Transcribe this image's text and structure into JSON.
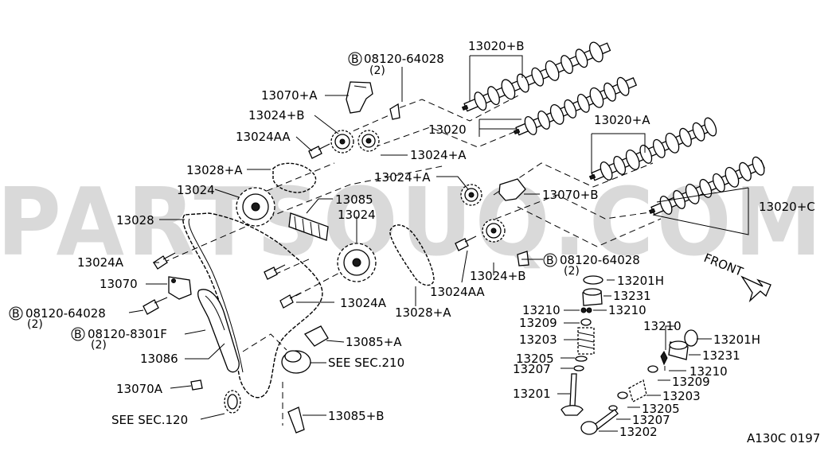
{
  "watermark": "PARTSOUQ.COM",
  "labels": {
    "l_13020B": "13020+B",
    "l_bolt_top": "08120-64028",
    "l_bolt_top_qty": "(2)",
    "l_13070A": "13070+A",
    "l_13024B_top": "13024+B",
    "l_13020": "13020",
    "l_13024AA_top": "13024AA",
    "l_13024A_top": "13024+A",
    "l_13020A": "13020+A",
    "l_13028A_top": "13028+A",
    "l_13024A_mid": "13024+A",
    "l_13070B": "13070+B",
    "l_13024_left": "13024",
    "l_13085": "13085",
    "l_13024_mid": "13024",
    "l_13028": "13028",
    "l_13020C": "13020+C",
    "l_13024A_left": "13024A",
    "l_bolt_right": "08120-64028",
    "l_bolt_right_qty": "(2)",
    "l_front": "FRONT",
    "l_13070": "13070",
    "l_13201H_1": "13201H",
    "l_13024AA_mid": "13024AA",
    "l_13024B_mid": "13024+B",
    "l_13231_1": "13231",
    "l_bolt_left": "08120-64028",
    "l_bolt_left_qty": "(2)",
    "l_13024A_low": "13024A",
    "l_13028A_low": "13028+A",
    "l_13210_a": "13210",
    "l_13210_b": "13210",
    "l_bolt_left2": "08120-8301F",
    "l_bolt_left2_qty": "(2)",
    "l_13209_1": "13209",
    "l_13210_c": "13210",
    "l_13201H_2": "13201H",
    "l_13203_1": "13203",
    "l_13085A": "13085+A",
    "l_13086": "13086",
    "l_13231_2": "13231",
    "l_13205_1": "13205",
    "l_see210": "SEE SEC.210",
    "l_13210_d": "13210",
    "l_13207_1": "13207",
    "l_13209_2": "13209",
    "l_13070A_low": "13070A",
    "l_13201": "13201",
    "l_13203_2": "13203",
    "l_13205_2": "13205",
    "l_see120": "SEE SEC.120",
    "l_13085B": "13085+B",
    "l_13207_2": "13207",
    "l_13202": "13202",
    "l_code": "A130C 0197"
  }
}
